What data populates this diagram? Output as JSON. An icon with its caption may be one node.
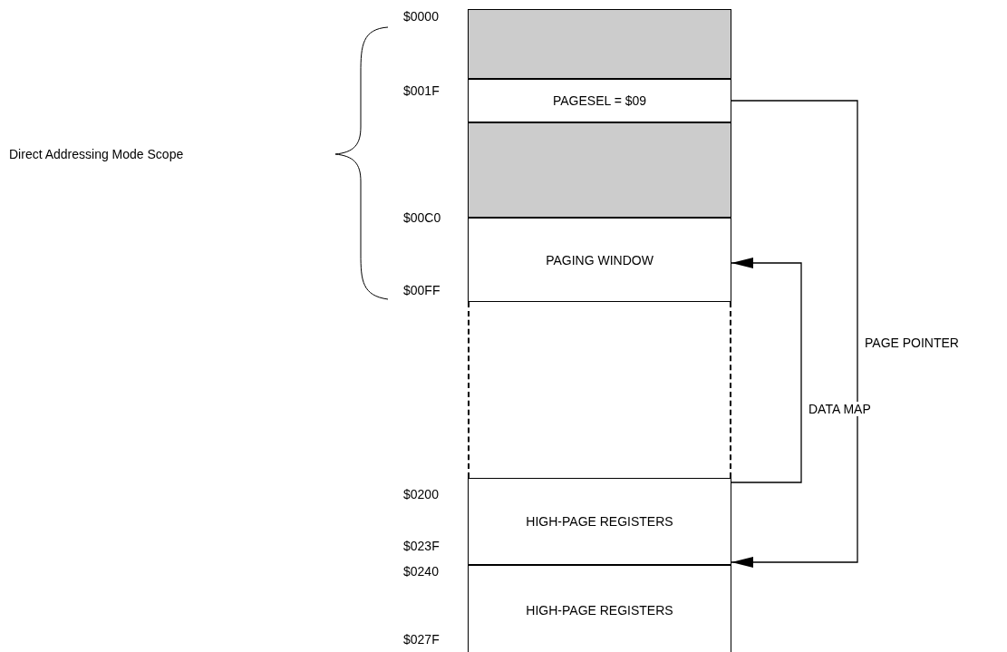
{
  "diagram": {
    "nodes": [
      {
        "text": [],
        "shape": "box"
      },
      {
        "text": [
          "PAGESEL = $09"
        ]
      },
      {
        "text": [],
        "shape": "box"
      },
      {
        "text": [
          "PAGING WINDOW"
        ]
      },
      {
        "text": [],
        "shape": "box"
      },
      {
        "text": [
          "HIGH-PAGE REGISTERS"
        ]
      },
      {
        "text": [
          "HIGH-PAGE REGISTERS"
        ]
      }
    ],
    "edges": [
      {
        "from": 1,
        "to": 5,
        "arrow": "to",
        "label": "PAGE POINTER"
      },
      {
        "from": 5,
        "to": 3,
        "arrow": "to",
        "label": "DATA MAP"
      }
    ],
    "labels": [
      "Direct Addressing Mode Scope",
      "$0000",
      "$001F",
      "$00C0",
      "$00FF",
      "$0200",
      "$023F",
      "$0240",
      "$027F"
    ]
  }
}
